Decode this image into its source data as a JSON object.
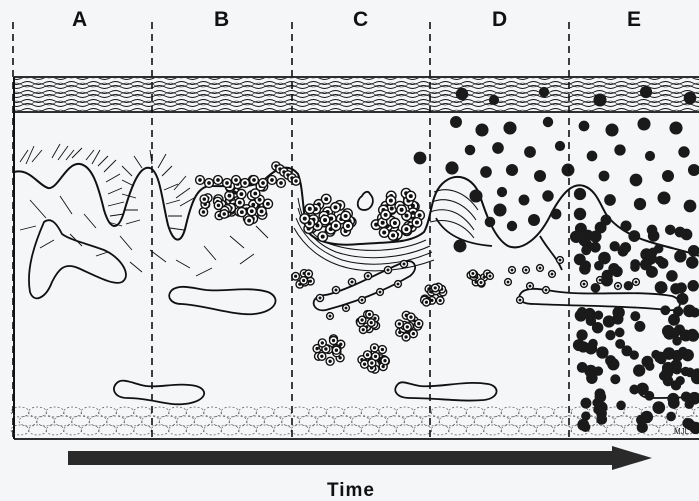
{
  "panels": [
    {
      "letter": "A"
    },
    {
      "letter": "B"
    },
    {
      "letter": "C"
    },
    {
      "letter": "D"
    },
    {
      "letter": "E"
    }
  ],
  "axis": {
    "label": "Time"
  },
  "signature": "MJL",
  "colors": {
    "ink": "#111111",
    "background": "#f4f6f8",
    "arrow": "#2a2a2a"
  }
}
